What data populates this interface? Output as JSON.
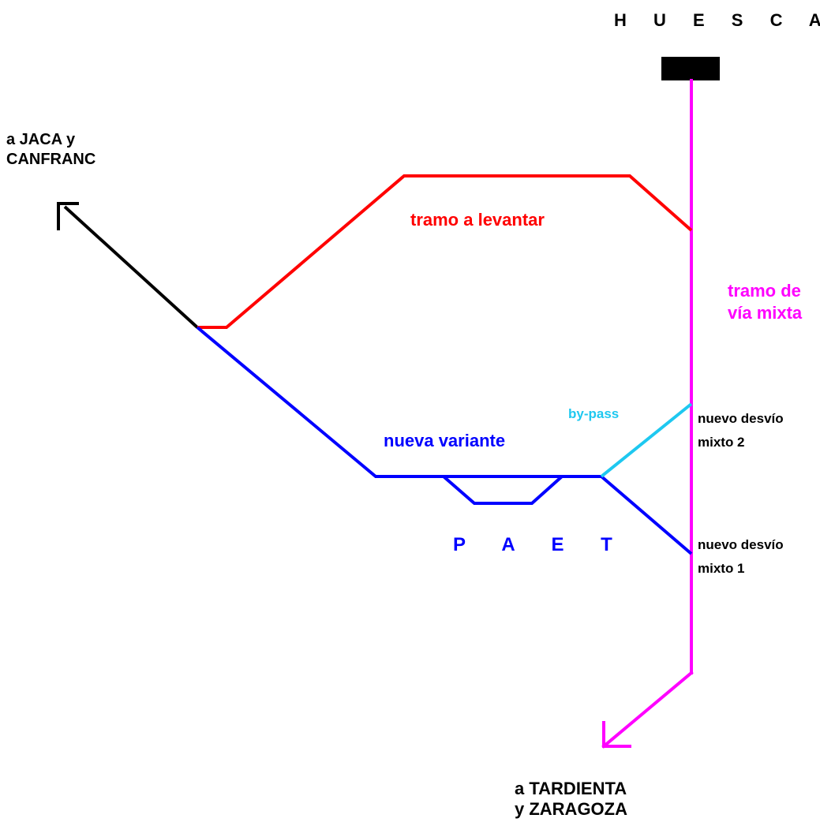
{
  "labels": {
    "huesca": "H U E S C A",
    "jaca_line1": "a JACA y",
    "jaca_line2": "CANFRANC",
    "tramo_levantar": "tramo a levantar",
    "tramo_mixta_line1": "tramo de",
    "tramo_mixta_line2": "vía mixta",
    "bypass": "by-pass",
    "nueva_variante": "nueva variante",
    "desvio2_line1": "nuevo desvío",
    "desvio2_line2": "mixto 2",
    "desvio1_line1": "nuevo desvío",
    "desvio1_line2": "mixto 1",
    "paet": "P A E T",
    "tardienta_line1": "a TARDIENTA",
    "tardienta_line2": "y ZARAGOZA"
  },
  "colors": {
    "track_to_jaca": "#000000",
    "tramo_a_levantar": "#ff0000",
    "via_mixta": "#ff00ff",
    "nueva_variante": "#0000ff",
    "bypass": "#1ec8f0",
    "station": "#000000"
  }
}
